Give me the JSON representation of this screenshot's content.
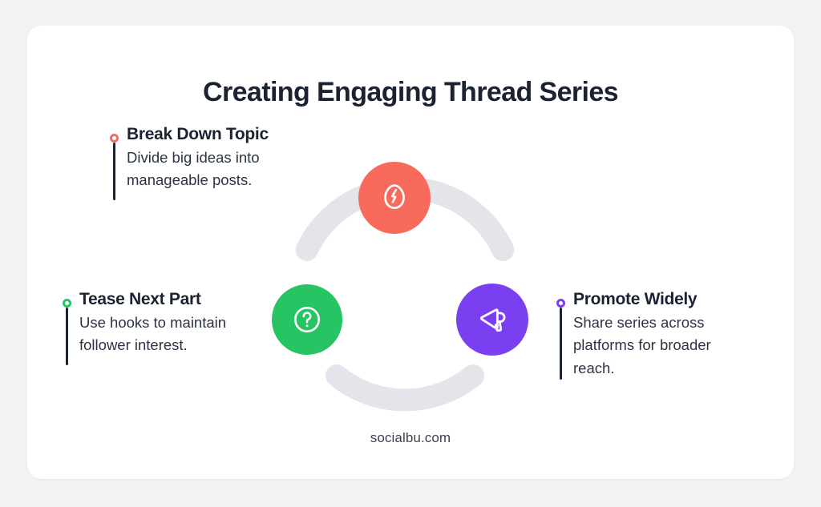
{
  "header": {
    "title": "Creating Engaging Thread Series"
  },
  "footer": {
    "url": "socialbu.com"
  },
  "diagram": {
    "ring_color": "#e3e5ea",
    "nodes": [
      {
        "id": "break-down-topic",
        "icon": "cracked-egg-icon",
        "color": "#f86a5c",
        "position": "top"
      },
      {
        "id": "tease-next-part",
        "icon": "question-mark-circle-icon",
        "color": "#27c464",
        "position": "bottom-left"
      },
      {
        "id": "promote-widely",
        "icon": "megaphone-icon",
        "color": "#7b3ff2",
        "position": "bottom-right"
      }
    ]
  },
  "items": [
    {
      "title": "Break Down Topic",
      "description": "Divide big ideas into manageable posts.",
      "marker_color": "#f86a5c"
    },
    {
      "title": "Tease Next Part",
      "description": "Use hooks to maintain follower interest.",
      "marker_color": "#27c464"
    },
    {
      "title": "Promote Widely",
      "description": "Share series across platforms for broader reach.",
      "marker_color": "#7b3ff2"
    }
  ]
}
